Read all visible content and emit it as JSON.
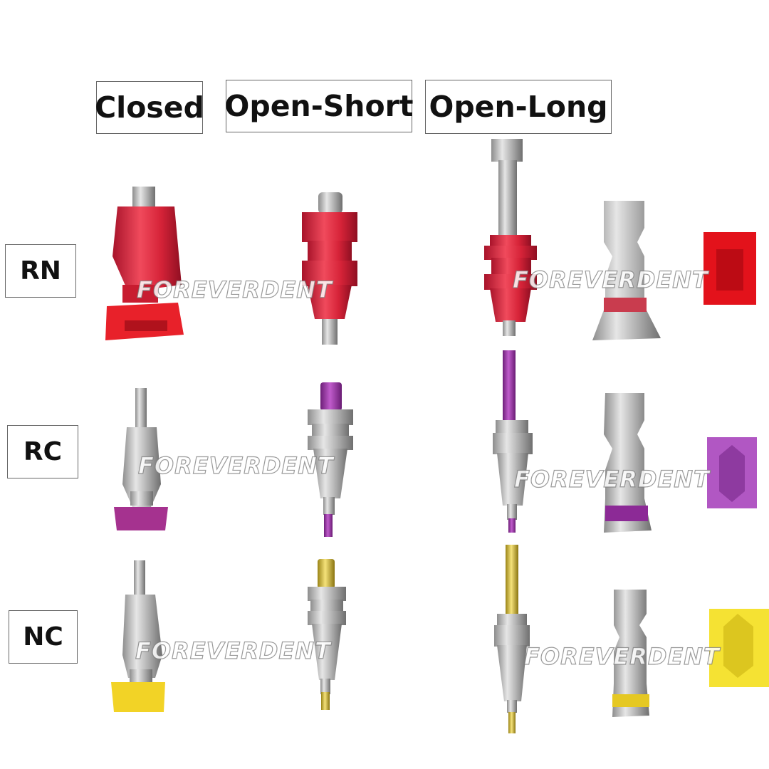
{
  "columns": {
    "closed": "Closed",
    "open_short": "Open-Short",
    "open_long": "Open-Long"
  },
  "rows": {
    "rn": "RN",
    "rc": "RC",
    "nc": "NC"
  },
  "watermark": "FOREVERDENT",
  "colors": {
    "rn": "#d8263b",
    "rc": "#9b3aa8",
    "nc": "#f2d326",
    "titanium": "#b8b8b8"
  },
  "icons": [
    "impression-coping",
    "transfer-pin",
    "lab-analog",
    "retention-clip"
  ]
}
